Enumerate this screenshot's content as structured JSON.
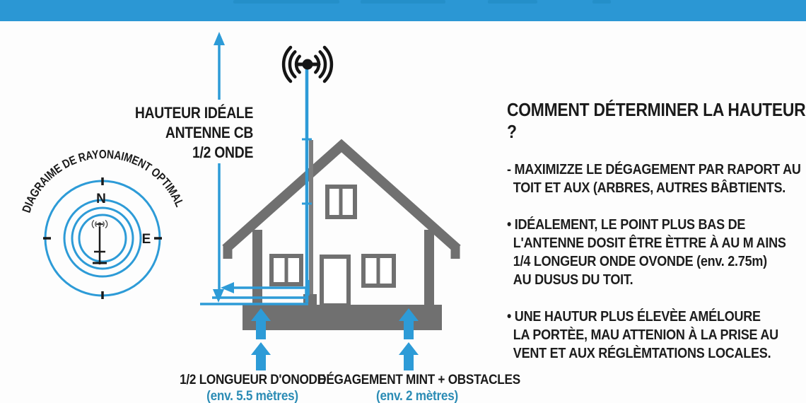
{
  "colors": {
    "top_bar": "#2b97d4",
    "top_bar_dark": "#1d84bd",
    "diagram_blue": "#2d9bd7",
    "teal_text": "#2b8cb5",
    "house_gray": "#707070",
    "pole_gray": "#7e7e7e",
    "ink": "#1a1a1a"
  },
  "radiation_diagram": {
    "curved_label": "DIAGRAIME DE RAYONAIMENT OPTIMAL",
    "north_label": "N",
    "east_label": "E"
  },
  "height_label": {
    "lines": [
      "HAUTEUR IDÉALE",
      "ANTENNE CB",
      "1/2 ONDE"
    ]
  },
  "right_panel": {
    "title": "COMMENT DÉTERMINER LA HAUTEUR ?",
    "bullets": [
      {
        "lines": [
          "- MAXIMIZZE LE DÉGAGEMENT PAR RAPORT AU",
          "TOIT ET AUX (ARBRES, AUTRES BÂBTIENTS."
        ]
      },
      {
        "lines": [
          "• IDÉALEMENT, LE POINT PLUS BAS DE",
          "L'ANTENNE DOSIT ÊTRE ÈTTRE À AU M AINS",
          "1/4 LONGEUR ONDE OVONDE (env. 2.75m)",
          "AU DUSUS DU TOIT."
        ]
      },
      {
        "lines": [
          "• UNE HAUTUR PLUS ÉLEVÈE AMÉLOURE",
          "LA PORTÈE, MAU ATTENION À LA PRISE AU",
          "VENT ET AUX RÉGLÈMTATIONS LOCALES."
        ]
      }
    ]
  },
  "bottom_labels": [
    {
      "title": "1/2 LONGUEUR D'ONODE",
      "subtitle": "(env. 5.5 mètres)"
    },
    {
      "title": "DÉGAGEMENT MINT + OBSTACLES",
      "subtitle": "(env. 2 mètres)"
    }
  ]
}
